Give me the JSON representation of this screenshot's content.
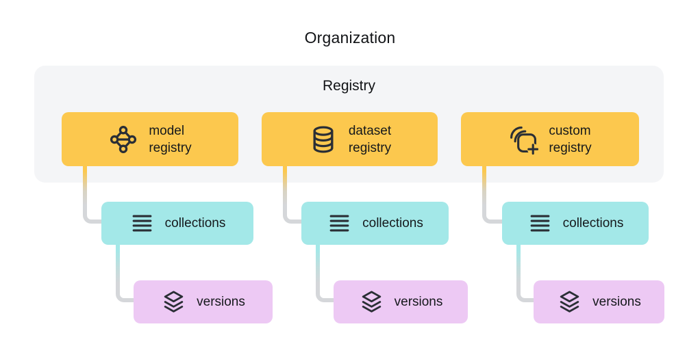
{
  "title": "Organization",
  "registry_group": {
    "label": "Registry"
  },
  "colors": {
    "registry_box": "#fcc84e",
    "collections_box": "#a3e8e8",
    "versions_box": "#edc9f4",
    "registry_container_bg": "#f4f5f7",
    "connector_gray": "#d5d7da",
    "icon_and_text": "#2a2e35"
  },
  "columns": [
    {
      "registry": {
        "line1": "model",
        "line2": "registry",
        "icon": "model-graph-icon"
      },
      "collections": {
        "label": "collections",
        "icon": "rows-icon"
      },
      "versions": {
        "label": "versions",
        "icon": "stack-icon"
      }
    },
    {
      "registry": {
        "line1": "dataset",
        "line2": "registry",
        "icon": "database-icon"
      },
      "collections": {
        "label": "collections",
        "icon": "rows-icon"
      },
      "versions": {
        "label": "versions",
        "icon": "stack-icon"
      }
    },
    {
      "registry": {
        "line1": "custom",
        "line2": "registry",
        "icon": "copy-add-icon"
      },
      "collections": {
        "label": "collections",
        "icon": "rows-icon"
      },
      "versions": {
        "label": "versions",
        "icon": "stack-icon"
      }
    }
  ]
}
